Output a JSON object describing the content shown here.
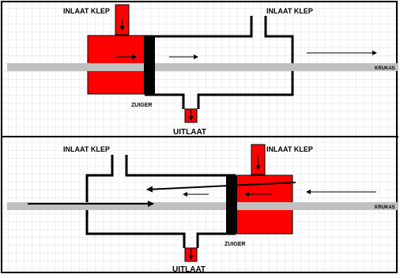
{
  "colors": {
    "background": "#ffffff",
    "grid": "#d3d3d3",
    "steam_red": "#ff0000",
    "rod_gray": "#c0c0c0",
    "wall": "#000000",
    "piston": "#000000",
    "frame": "#000000"
  },
  "top_diagram": {
    "inlet_left_label": "INLAAT KLEP",
    "inlet_right_label": "INLAAT KLEP",
    "piston_label": "ZUIGER",
    "outlet_label": "UITLAAT",
    "rod_label": "KRUKAS"
  },
  "bottom_diagram": {
    "inlet_left_label": "INLAAT KLEP",
    "inlet_right_label": "INLAAT KLEP",
    "piston_label": "ZUIGER",
    "outlet_label": "UITLAAT",
    "rod_label": "KRUKAS"
  }
}
